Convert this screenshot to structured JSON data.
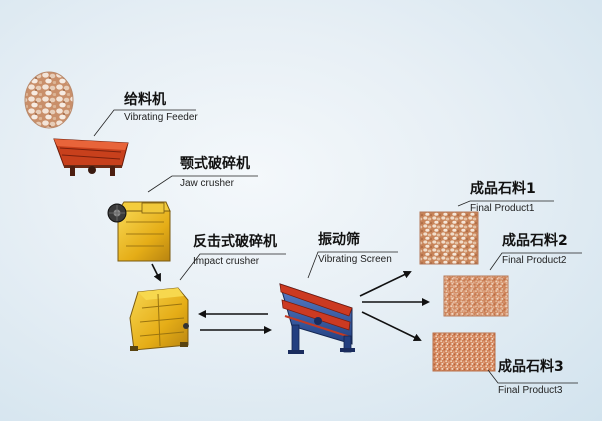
{
  "feeder": {
    "cn": "给料机",
    "en": "Vibrating Feeder"
  },
  "jaw_crusher": {
    "cn": "颚式破碎机",
    "en": "Jaw crusher"
  },
  "impact_crusher": {
    "cn": "反击式破碎机",
    "en": "Impact crusher"
  },
  "vibrating_screen": {
    "cn": "振动筛",
    "en": "Vibrating Screen"
  },
  "product1": {
    "cn": "成品石料1",
    "en": "Final Product1"
  },
  "product2": {
    "cn": "成品石料2",
    "en": "Final Product2"
  },
  "product3": {
    "cn": "成品石料3",
    "en": "Final Product3"
  },
  "colors": {
    "background": "#e7eff5",
    "machine_yellow": "#e8b51a",
    "feeder_red": "#c8401c",
    "screen_blue": "#2f57a8",
    "screen_red": "#cc3a22",
    "arrow": "#111111"
  }
}
